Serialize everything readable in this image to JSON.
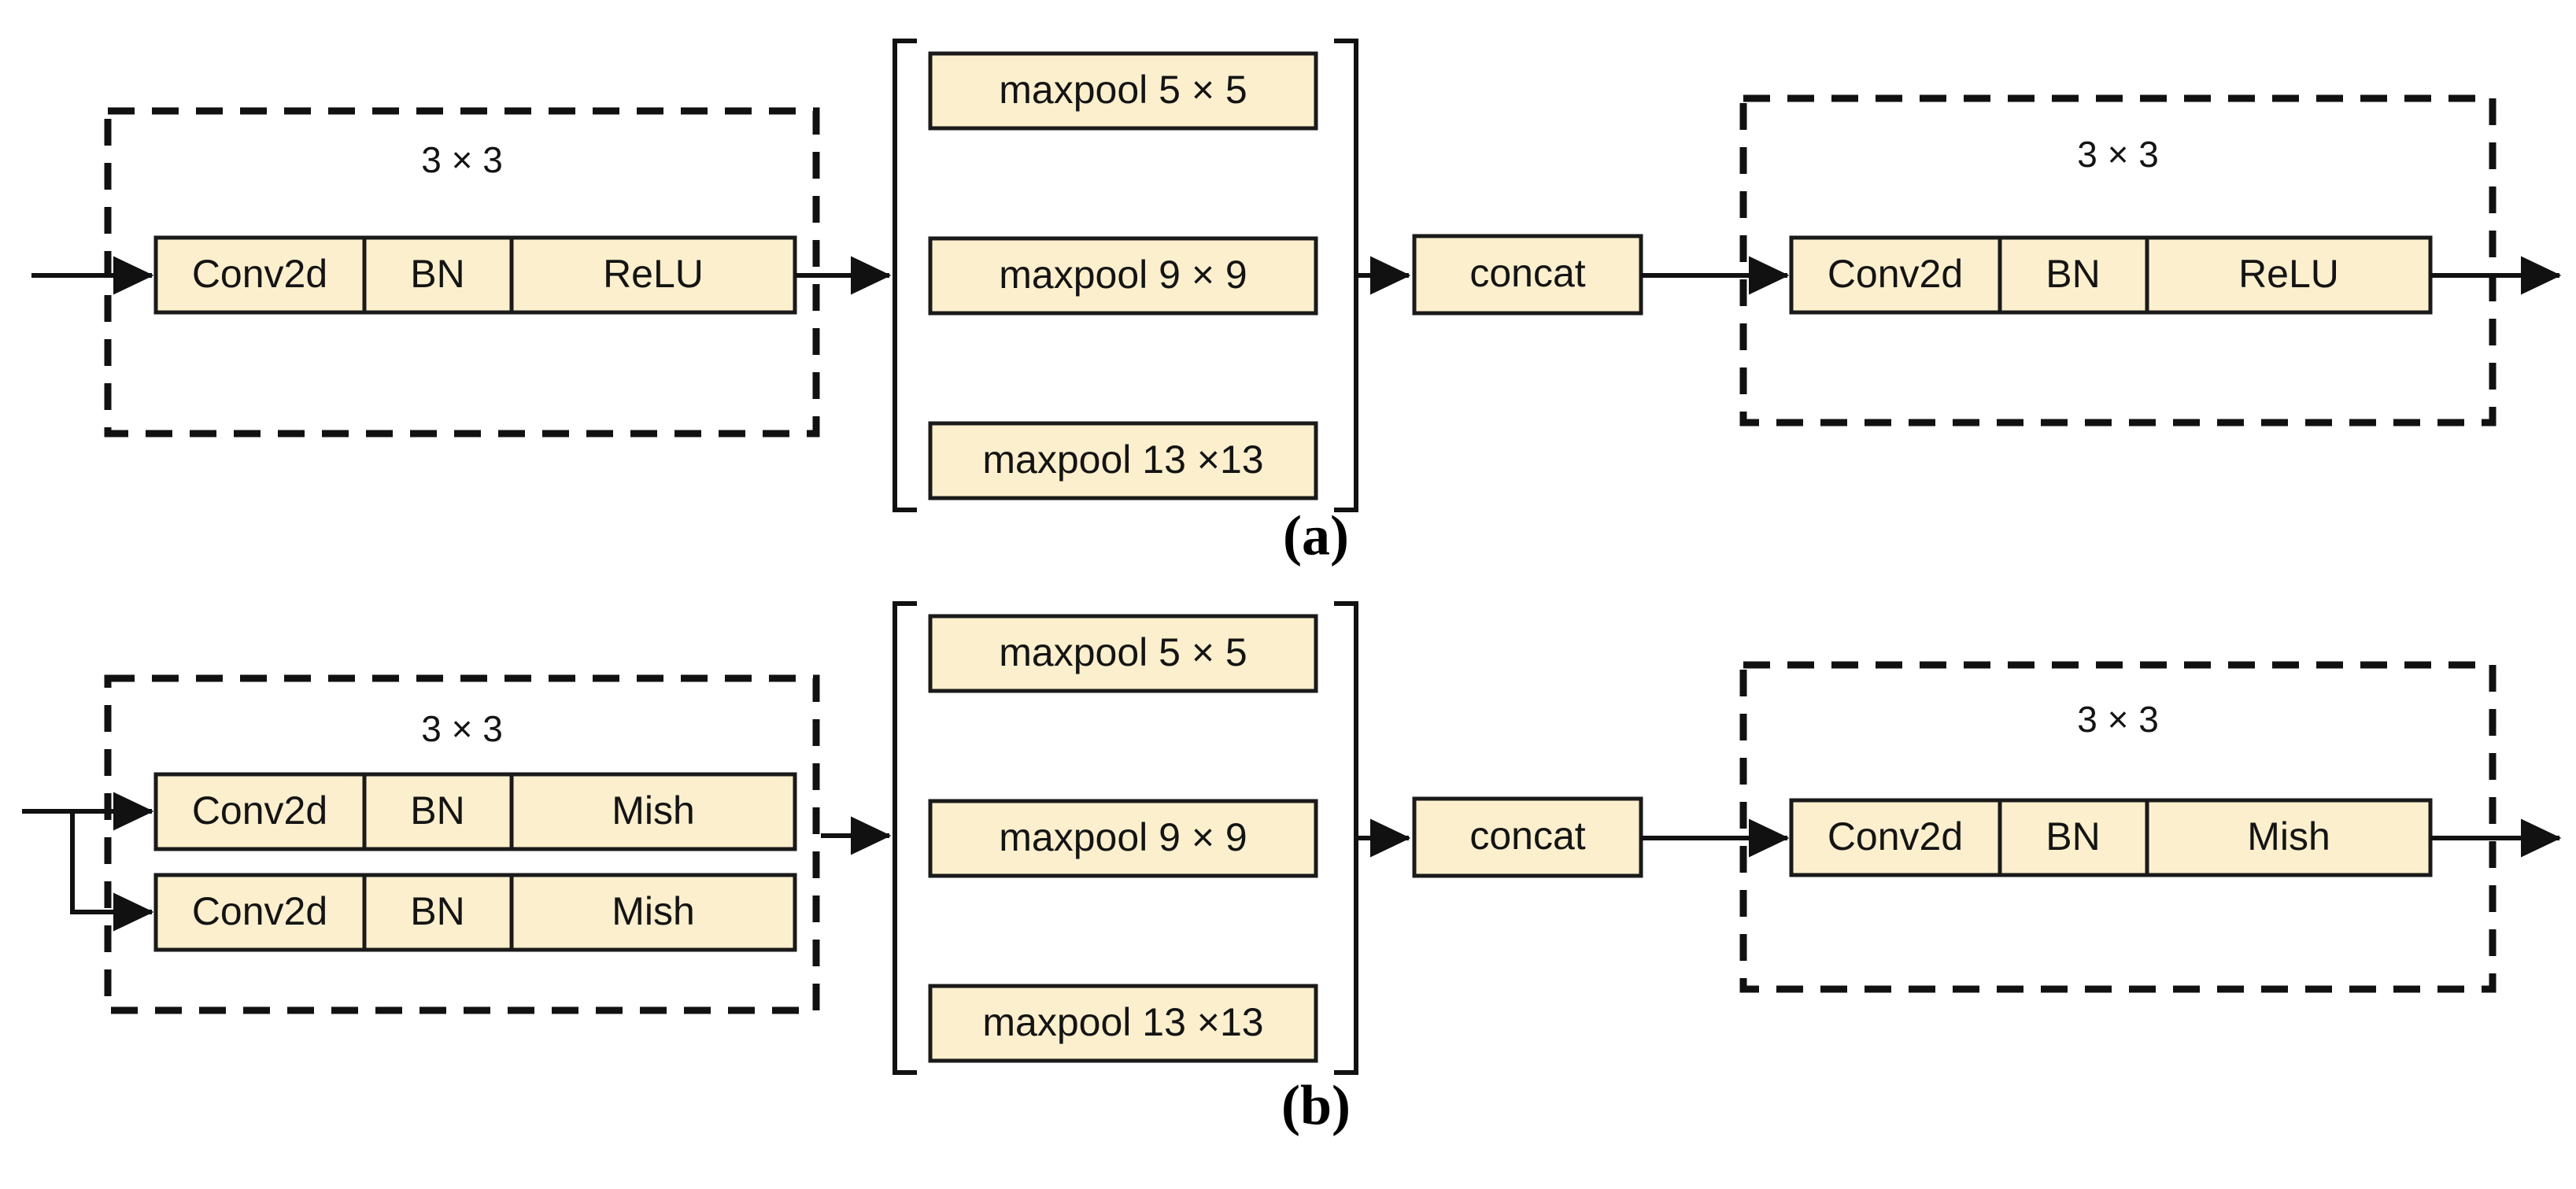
{
  "figure": {
    "panels": [
      {
        "id": "a",
        "label": "(a)",
        "left_group": {
          "kernel_label": "3 × 3",
          "rows": [
            {
              "cells": [
                "Conv2d",
                "BN",
                "ReLU"
              ]
            }
          ]
        },
        "pool_group": {
          "items": [
            "maxpool 5 × 5",
            "maxpool 9 × 9",
            "maxpool 13 ×13"
          ]
        },
        "concat_label": "concat",
        "right_group": {
          "kernel_label": "3 × 3",
          "rows": [
            {
              "cells": [
                "Conv2d",
                "BN",
                "ReLU"
              ]
            }
          ]
        }
      },
      {
        "id": "b",
        "label": "(b)",
        "left_group": {
          "kernel_label": "3 × 3",
          "rows": [
            {
              "cells": [
                "Conv2d",
                "BN",
                "Mish"
              ]
            },
            {
              "cells": [
                "Conv2d",
                "BN",
                "Mish"
              ]
            }
          ]
        },
        "pool_group": {
          "items": [
            "maxpool 5 × 5",
            "maxpool 9 × 9",
            "maxpool 13 ×13"
          ]
        },
        "concat_label": "concat",
        "right_group": {
          "kernel_label": "3 × 3",
          "rows": [
            {
              "cells": [
                "Conv2d",
                "BN",
                "Mish"
              ]
            }
          ]
        }
      }
    ],
    "colors": {
      "box_fill": "#fcefcd",
      "box_stroke": "#1a1a1a",
      "line": "#111111",
      "background": "#ffffff"
    }
  }
}
